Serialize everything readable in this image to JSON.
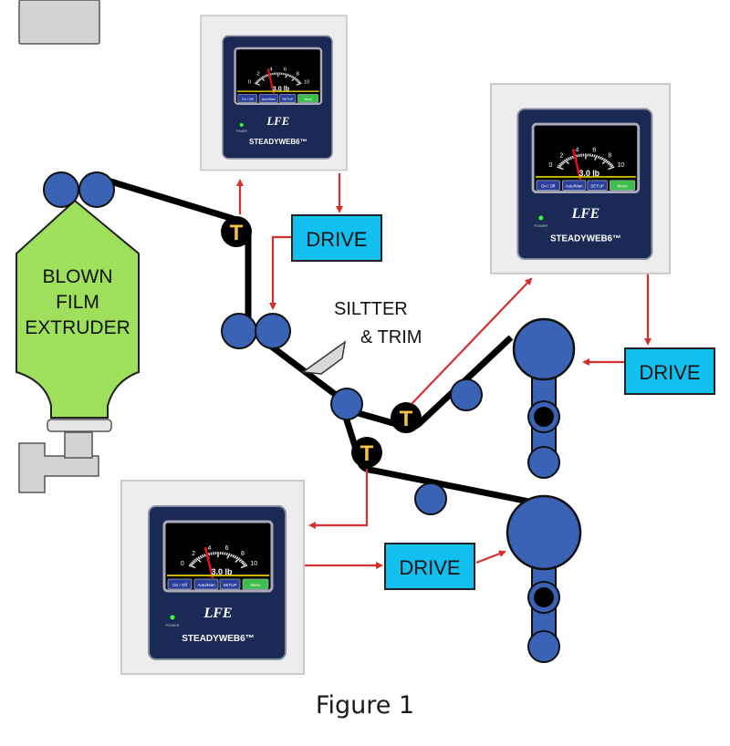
{
  "figure": {
    "caption": "Figure 1",
    "extruder_label": [
      "BLOWN",
      "FILM",
      "EXTRUDER"
    ],
    "slitter_label": [
      "SILTTER",
      "& TRIM"
    ],
    "tension_marker": "T",
    "drives": [
      {
        "id": "drive-primary",
        "label": "DRIVE"
      },
      {
        "id": "drive-upper-rewind",
        "label": "DRIVE"
      },
      {
        "id": "drive-lower-rewind",
        "label": "DRIVE"
      }
    ],
    "controllers": [
      {
        "id": "controller-top",
        "brand": "LFE",
        "product": "STEADYWEB6™",
        "power_label": "POWER",
        "readout": "3.0 lb",
        "scale": [
          "0",
          "2",
          "4",
          "6",
          "8",
          "10"
        ],
        "buttons": [
          "On / Off",
          "Auto/Man",
          "SETUP",
          "Menu"
        ]
      },
      {
        "id": "controller-right",
        "brand": "LFE",
        "product": "STEADYWEB6™",
        "power_label": "POWER",
        "readout": "3.0 lb",
        "scale": [
          "0",
          "2",
          "4",
          "6",
          "8",
          "10"
        ],
        "buttons": [
          "On / Off",
          "Auto/Man",
          "SETUP",
          "Menu"
        ]
      },
      {
        "id": "controller-bottom",
        "brand": "LFE",
        "product": "STEADYWEB6™",
        "power_label": "POWER",
        "readout": "3.0 lb",
        "scale": [
          "0",
          "2",
          "4",
          "6",
          "8",
          "10"
        ],
        "buttons": [
          "On / Off",
          "Auto/Man",
          "SETUP",
          "Menu"
        ]
      }
    ],
    "colors": {
      "roller": "#3a62b5",
      "extruder": "#9ee05c",
      "drive": "#12c0f0",
      "signal": "#d32f2f",
      "web": "#000000",
      "tension_text": "#f5c242",
      "panel": "#1a2a55"
    }
  }
}
